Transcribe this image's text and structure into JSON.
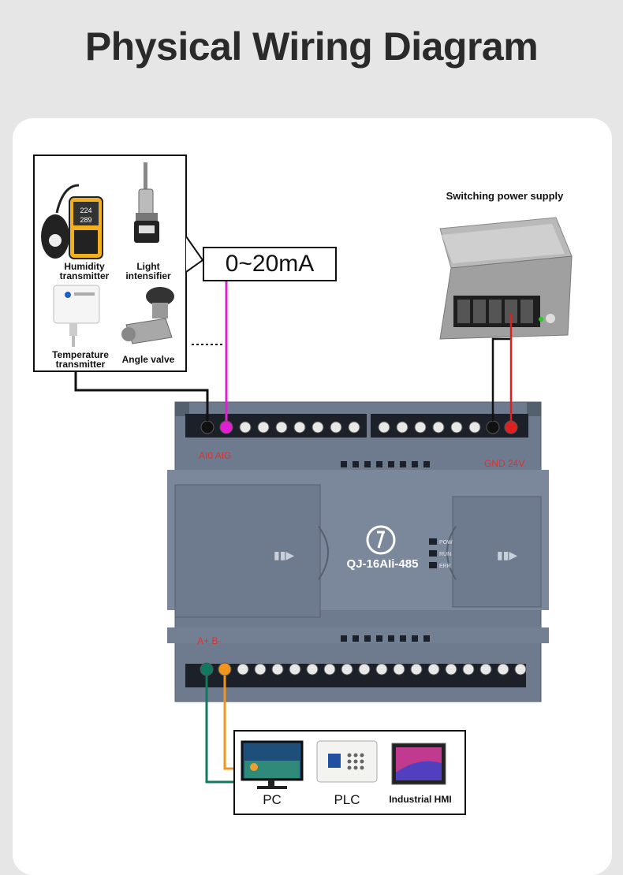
{
  "title": "Physical Wiring Diagram",
  "sensors": {
    "humidity": "Humidity\ntransmitter",
    "light": "Light\nintensifier",
    "temperature": "Temperature\ntransmitter",
    "valve": "Angle valve"
  },
  "signal_range": "0~20mA",
  "power_supply_label": "Switching power supply",
  "module": {
    "model": "QJ-16AIi-485",
    "input_terminals": "AI0 AIG",
    "power_terminals": "GND 24V",
    "rs485_terminals": "A+ B-",
    "leds": [
      "POW",
      "RUN",
      "ERR"
    ]
  },
  "hosts": [
    "PC",
    "PLC",
    "Industrial HMI"
  ],
  "colors": {
    "signal_wire": "#e020d0",
    "power_positive": "#e02020",
    "ground": "#111111",
    "rs485_a": "#117a5e",
    "rs485_b": "#f0961e",
    "module_body": "#6e7b8e"
  }
}
